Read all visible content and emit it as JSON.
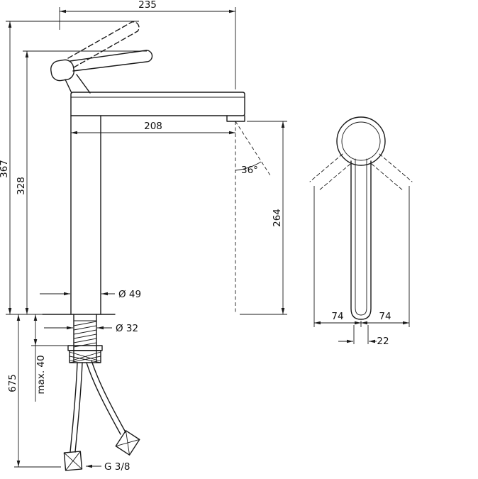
{
  "page": {
    "background_color": "#ffffff",
    "line_color": "#1a1a1a"
  },
  "side_view": {
    "dim_total_width": "235",
    "dim_total_height": "367",
    "dim_height_to_lever": "328",
    "dim_spout_reach": "208",
    "dim_jet_angle": "36°",
    "dim_outlet_height": "264",
    "dim_column_diameter": "Ø 49",
    "dim_shank_diameter": "Ø 32",
    "dim_max_mounting_depth": "max. 40",
    "dim_hose_length": "675",
    "dim_thread_size": "G 3/8"
  },
  "top_view": {
    "dim_swing_left": "74",
    "dim_swing_right": "74",
    "dim_spout_width": "22"
  }
}
